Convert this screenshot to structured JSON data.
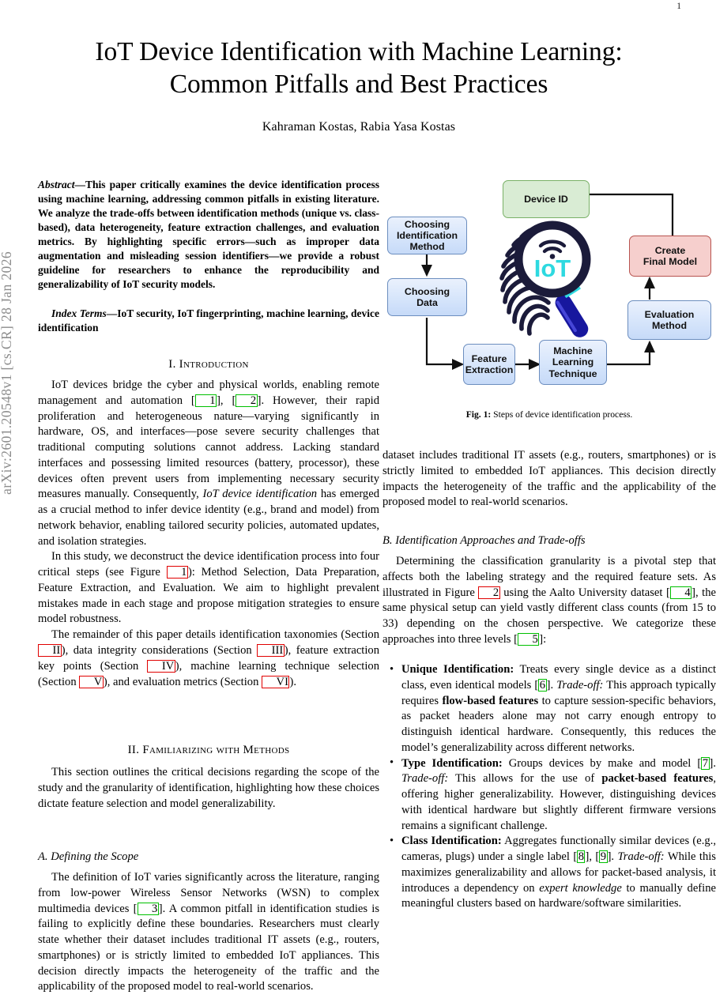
{
  "page": {
    "number": "1"
  },
  "arxiv": {
    "stamp": "arXiv:2601.20548v1  [cs.CR]  28 Jan 2026"
  },
  "title": {
    "line1": "IoT Device Identification with Machine Learning:",
    "line2": "Common Pitfalls and Best Practices"
  },
  "authors": "Kahraman Kostas, Rabia Yasa Kostas",
  "abstract": {
    "label": "Abstract",
    "dash": "—",
    "text": "This paper critically examines the device identification process using machine learning, addressing common pitfalls in existing literature. We analyze the trade-offs between identification methods (unique vs. class-based), data heterogeneity, feature extraction challenges, and evaluation metrics. By highlighting specific errors—such as improper data augmentation and misleading session identifiers—we provide a robust guideline for researchers to enhance the reproducibility and generalizability of IoT security models."
  },
  "index_terms": {
    "label": "Index Terms",
    "dash": "—",
    "text": "IoT security, IoT fingerprinting, machine learning, device identification"
  },
  "sections": {
    "intro": {
      "heading": "I.  Introduction",
      "p1_a": "IoT devices bridge the cyber and physical worlds, enabling remote management and automation [",
      "cite1": "1",
      "p1_b": "], [",
      "cite2": "2",
      "p1_c": "]. However, their rapid proliferation and heterogeneous nature—varying significantly in hardware, OS, and interfaces—pose severe security challenges that traditional computing solutions cannot address. Lacking standard interfaces and possessing limited resources (battery, processor), these devices often prevent users from implementing necessary security measures manually. Consequently, ",
      "p1_italic": "IoT device identification",
      "p1_d": " has emerged as a crucial method to infer device identity (e.g., brand and model) from network behavior, enabling tailored security policies, automated updates, and isolation strategies.",
      "p2_a": "In this study, we deconstruct the device identification process into four critical steps (see Figure ",
      "xref_fig1": "1",
      "p2_b": "): Method Selection, Data Preparation, Feature Extraction, and Evaluation. We aim to highlight prevalent mistakes made in each stage and propose mitigation strategies to ensure model robustness.",
      "p3_a": "The remainder of this paper details identification taxonomies (Section ",
      "xref_s2": "II",
      "p3_b": "), data integrity considerations (Section ",
      "xref_s3": "III",
      "p3_c": "), feature extraction key points (Section ",
      "xref_s4": "IV",
      "p3_d": "), machine learning technique selection (Section ",
      "xref_s5": "V",
      "p3_e": "), and evaluation metrics (Section ",
      "xref_s6": "VI",
      "p3_f": ")."
    },
    "familiarizing": {
      "heading": "II.  Familiarizing with Methods",
      "p1": "This section outlines the critical decisions regarding the scope of the study and the granularity of identification, highlighting how these choices dictate feature selection and model generalizability."
    },
    "scope": {
      "heading": "A.  Defining the Scope",
      "p1_a": "The definition of IoT varies significantly across the literature, ranging from low-power Wireless Sensor Networks (WSN) to complex multimedia devices [",
      "cite3": "3",
      "p1_b": "]. A common pitfall in identification studies is failing to explicitly define these boundaries. Researchers must clearly state whether their dataset includes traditional IT assets (e.g., routers, smartphones) or is strictly limited to embedded IoT appliances. This decision directly impacts the heterogeneity of the traffic and the applicability of the proposed model to real-world scenarios."
    },
    "approaches": {
      "heading": "B.  Identification Approaches and Trade-offs",
      "p1_a": "Determining the classification granularity is a pivotal step that affects both the labeling strategy and the required feature sets. As illustrated in Figure ",
      "xref_fig2": "2",
      "p1_b": " using the Aalto University dataset [",
      "cite4": "4",
      "p1_c": "], the same physical setup can yield vastly different class counts (from 15 to 33) depending on the chosen perspective. We categorize these approaches into three levels [",
      "cite5": "5",
      "p1_d": "]:",
      "bullets": [
        {
          "term": "Unique Identification:",
          "a": " Treats every single device as a distinct class, even identical models [",
          "cite": "6",
          "b": "]. ",
          "tradeoff": "Trade-off:",
          "c": " This approach typically requires ",
          "bold": "flow-based features",
          "d": " to capture session-specific behaviors, as packet headers alone may not carry enough entropy to distinguish identical hardware. Consequently, this reduces the model’s generalizability across different networks."
        },
        {
          "term": "Type Identification:",
          "a": " Groups devices by make and model [",
          "cite": "7",
          "b": "]. ",
          "tradeoff": "Trade-off:",
          "c": " This allows for the use of ",
          "bold": "packet-based features",
          "d": ", offering higher generalizability. However, distinguishing devices with identical hardware but slightly different firmware versions remains a significant challenge."
        },
        {
          "term": "Class Identification:",
          "a": " Aggregates functionally similar devices (e.g., cameras, plugs) under a single label [",
          "cite": "8",
          "b": "], [",
          "cite2": "9",
          "b2": "]. ",
          "tradeoff": "Trade-off:",
          "c": " While this maximizes generalizability and allows for packet-based analysis, it introduces a dependency on ",
          "italic": "expert knowledge",
          "d": " to manually define meaningful clusters based on hardware/software similarities."
        }
      ]
    }
  },
  "figure1": {
    "caption_label": "Fig. 1:",
    "caption_text": " Steps of device identification process.",
    "nodes": [
      {
        "id": "device-id",
        "label": "Device ID",
        "color": "green"
      },
      {
        "id": "choosing-method",
        "label": "Choosing\nIdentification\nMethod",
        "color": "blue"
      },
      {
        "id": "choosing-data",
        "label": "Choosing\nData",
        "color": "blue"
      },
      {
        "id": "feature-extraction",
        "label": "Feature\nExtraction",
        "color": "blue"
      },
      {
        "id": "ml-technique",
        "label": "Machine\nLearning\nTechnique",
        "color": "blue"
      },
      {
        "id": "evaluation-method",
        "label": "Evaluation\nMethod",
        "color": "blue"
      },
      {
        "id": "create-final-model",
        "label": "Create\nFinal Model",
        "color": "red"
      }
    ],
    "logo_text": "IoT",
    "colors": {
      "blue_fill": "#d6e5fb",
      "blue_border": "#6c8ebf",
      "green_fill": "#d9ecd4",
      "green_border": "#79b167",
      "red_fill": "#f6cfcd",
      "red_border": "#b85450",
      "logo_cyan": "#2ed9e0",
      "logo_navy": "#1b1b3a"
    }
  }
}
